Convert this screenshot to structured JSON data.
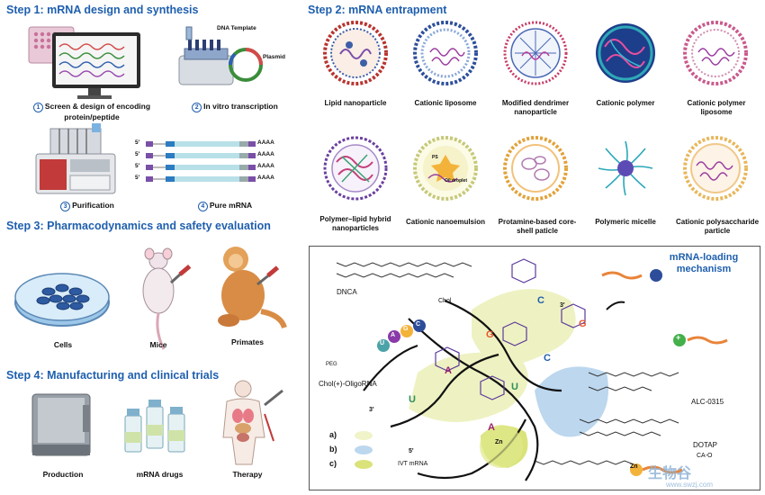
{
  "steps": {
    "step1": "Step 1:  mRNA design and synthesis",
    "step2": "Step 2:  mRNA entrapment",
    "step3": "Step 3: Pharmacodynamics and safety evaluation",
    "step4": "Step 4: Manufacturing and clinical trials"
  },
  "step1": {
    "item1_num": "1",
    "item1_label": "Screen & design of encoding protein/peptide",
    "item2_num": "2",
    "item2_label": "In vitro transcription",
    "dna_template": "DNA Template",
    "plasmid": "Plasmid",
    "item3_num": "3",
    "item3_label": "Purification",
    "item4_num": "4",
    "item4_label": "Pure mRNA",
    "five_prime": "5'",
    "polyA": "AAAA"
  },
  "step2": {
    "row1": [
      {
        "label": "Lipid nanoparticle",
        "color": "#b8342f"
      },
      {
        "label": "Cationic liposome",
        "color": "#2e4f9a"
      },
      {
        "label": "Modified dendrimer nanoparticle",
        "color": "#c73b66"
      },
      {
        "label": "Cationic polymer",
        "color": "#1d3e8a"
      },
      {
        "label": "Cationic polymer liposome",
        "color": "#c95a8c"
      }
    ],
    "row2": [
      {
        "label": "Polymer–lipid hybrid nanoparticles",
        "color": "#6b3fa0"
      },
      {
        "label": "Cationic nanoemulsion",
        "color": "#c6c87a"
      },
      {
        "label": "Protamine-based core-shell paticle",
        "color": "#e2a23a"
      },
      {
        "label": "Polymeric micelle",
        "color": "#2aa7b8"
      },
      {
        "label": "Cationic polysaccharide particle",
        "color": "#e8b75c"
      }
    ],
    "ps_label": "PS",
    "oil_label": "Oil droplet"
  },
  "step3": {
    "cells": "Cells",
    "mice": "Mice",
    "primates": "Primates"
  },
  "step4": {
    "production": "Production",
    "drugs": "mRNA drugs",
    "therapy": "Therapy"
  },
  "mechanism": {
    "title": "mRNA-loading mechanism",
    "dnca": "DNCA",
    "chol": "Chol",
    "chol_oligo": "Chol(+)-OligoRNA",
    "peg": "PEG",
    "alc": "ALC-0315",
    "dotap": "DOTAP",
    "ivt": "IVT mRNA",
    "ca_o": "CA-O",
    "legend": [
      {
        "key": "a)",
        "color": "#f1f3c8"
      },
      {
        "key": "b)",
        "color": "#bcd7ee"
      },
      {
        "key": "c)",
        "color": "#d9e37a"
      }
    ],
    "bases": [
      "U",
      "A",
      "G",
      "C"
    ],
    "zn": "Zn",
    "plus": "+",
    "three_prime": "3'",
    "five_prime": "5'"
  },
  "watermark": {
    "cn": "生物谷",
    "url": "www.swzj.com"
  }
}
